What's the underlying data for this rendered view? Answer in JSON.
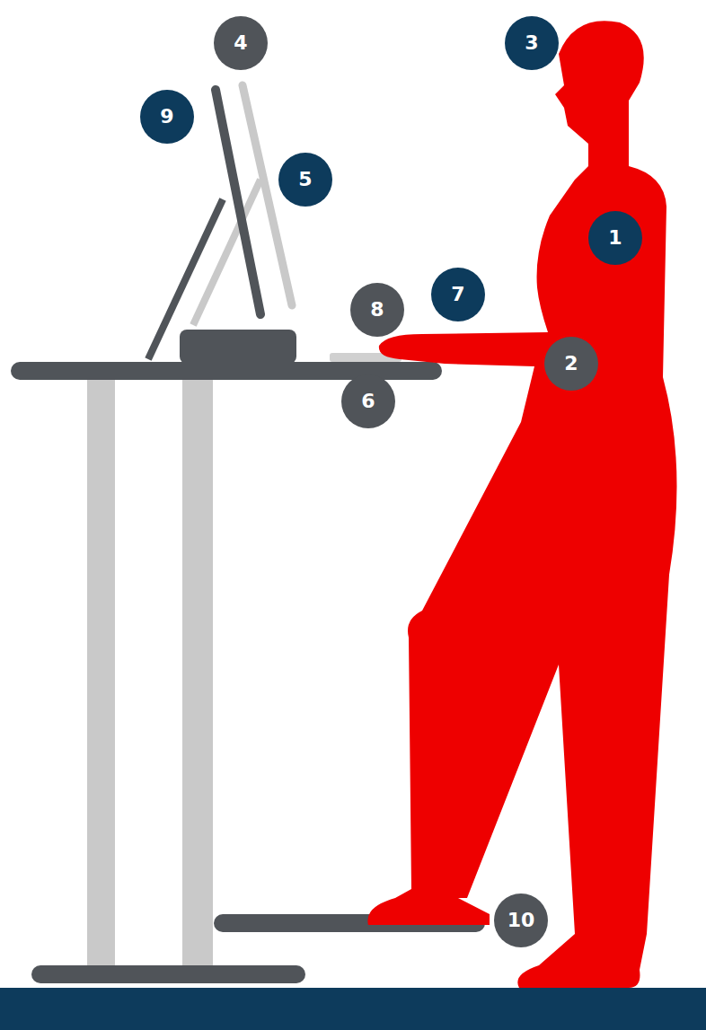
{
  "diagram": {
    "nodes": [
      {
        "text": [
          "4"
        ]
      },
      {
        "text": [
          "3"
        ]
      },
      {
        "text": [
          "9"
        ]
      },
      {
        "text": [
          "5"
        ]
      },
      {
        "text": [
          "1"
        ]
      },
      {
        "text": [
          "8"
        ]
      },
      {
        "text": [
          "7"
        ]
      },
      {
        "text": [
          "2"
        ]
      },
      {
        "text": [
          "6"
        ]
      },
      {
        "text": [
          "10"
        ]
      }
    ]
  }
}
